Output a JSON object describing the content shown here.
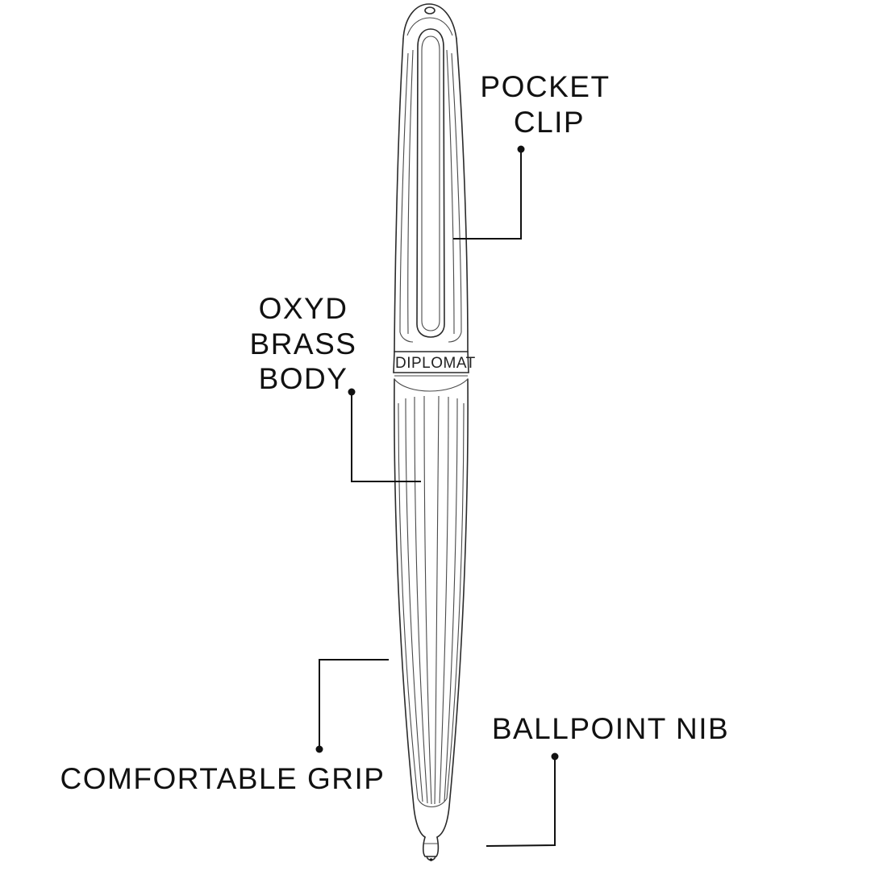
{
  "diagram": {
    "brand_mark": "DIPLOMAT",
    "callouts": {
      "pocket_clip": [
        "POCKET",
        "CLIP"
      ],
      "body": [
        "OXYD",
        "BRASS",
        "BODY"
      ],
      "grip": [
        "COMFORTABLE GRIP"
      ],
      "nib": [
        "BALLPOINT NIB"
      ]
    },
    "colors": {
      "ink": "#111111",
      "outline": "#2a2a2a",
      "background": "#ffffff"
    }
  }
}
